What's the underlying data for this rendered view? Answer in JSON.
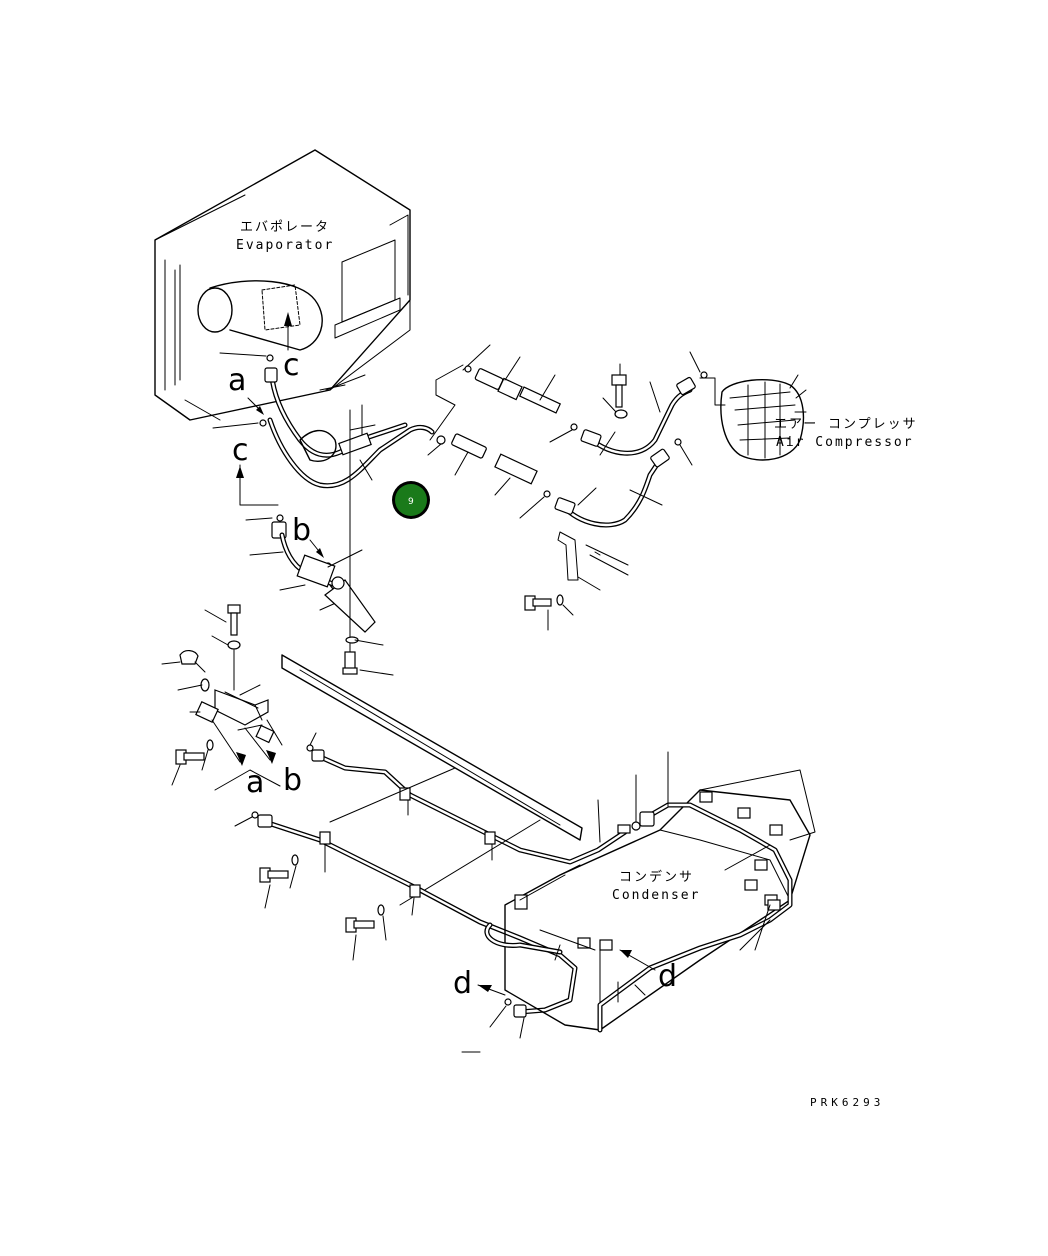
{
  "labels": {
    "evaporator_jp": "エバポレータ",
    "evaporator_en": "Evaporator",
    "compressor_jp": "エアー コンプレッサ",
    "compressor_en": "Air Compressor",
    "condenser_jp": "コンデンサ",
    "condenser_en": "Condenser",
    "drawing_code": "PRK6293"
  },
  "view_letters": {
    "a_top": "a",
    "c_top": "c",
    "c_side": "c",
    "b_top": "b",
    "a_bottom": "a",
    "b_bottom": "b",
    "d_left": "d",
    "d_right": "d"
  },
  "marker": {
    "label": "9",
    "color": "#1a7a1a"
  }
}
